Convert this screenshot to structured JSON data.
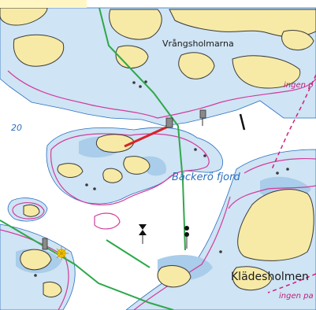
{
  "map": {
    "labels": {
      "vrangsholmarna": "Vrångsholmarna",
      "backero_fjord": "Bäckerö fjord",
      "kladesholmen": "Klädesholmen",
      "ingen_top": "ingen p",
      "ingen_bottom": "ingen pa",
      "depth_20": "20"
    },
    "colors": {
      "land": "#f6eaa6",
      "deep_water": "#ffffff",
      "shallow_water": "#cfe4f4",
      "very_shallow": "#a9cdea",
      "depth_contour": "#d23c9d",
      "coast": "#3a3a3a",
      "route": "#2ea84a",
      "leading_line": "#d8232a",
      "restricted_area": "#d0207f"
    },
    "icons": [
      "buoy-icon",
      "beacon-icon",
      "lighthouse-icon",
      "star-light-icon",
      "rock-icon"
    ]
  }
}
